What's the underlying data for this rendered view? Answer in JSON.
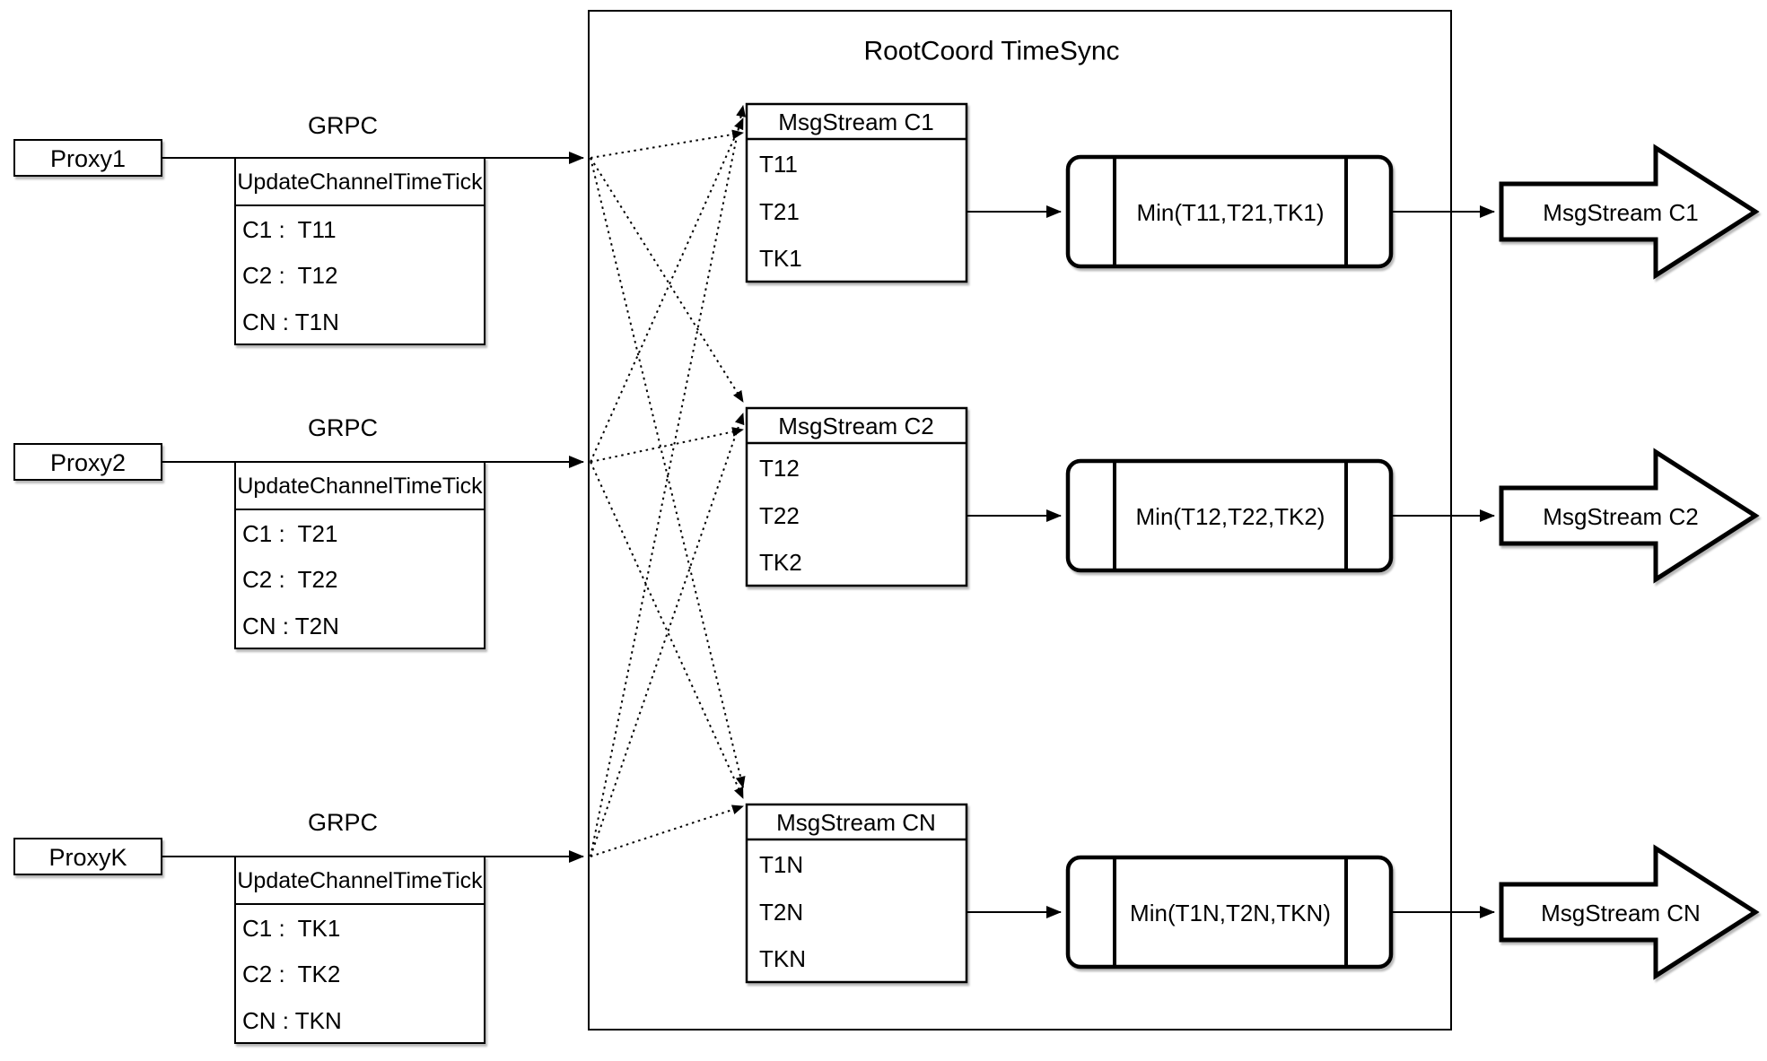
{
  "colors": {
    "ink": "#000000",
    "paper": "#ffffff"
  },
  "diagram": {
    "container_title": "RootCoord TimeSync",
    "grpc_label": "GRPC",
    "proxies": [
      {
        "name": "Proxy1",
        "table_header": "UpdateChannelTimeTick",
        "rows": [
          "C1 :  T11",
          "C2 :  T12",
          "CN : T1N"
        ]
      },
      {
        "name": "Proxy2",
        "table_header": "UpdateChannelTimeTick",
        "rows": [
          "C1 :  T21",
          "C2 :  T22",
          "CN : T2N"
        ]
      },
      {
        "name": "ProxyK",
        "table_header": "UpdateChannelTimeTick",
        "rows": [
          "C1 :  TK1",
          "C2 :  TK2",
          "CN : TKN"
        ]
      }
    ],
    "streams": [
      {
        "title": "MsgStream C1",
        "ticks": [
          "T11",
          "T21",
          "TK1"
        ],
        "min_label": "Min(T11,T21,TK1)",
        "output_label": "MsgStream C1"
      },
      {
        "title": "MsgStream C2",
        "ticks": [
          "T12",
          "T22",
          "TK2"
        ],
        "min_label": "Min(T12,T22,TK2)",
        "output_label": "MsgStream C2"
      },
      {
        "title": "MsgStream CN",
        "ticks": [
          "T1N",
          "T2N",
          "TKN"
        ],
        "min_label": "Min(T1N,T2N,TKN)",
        "output_label": "MsgStream CN"
      }
    ]
  }
}
